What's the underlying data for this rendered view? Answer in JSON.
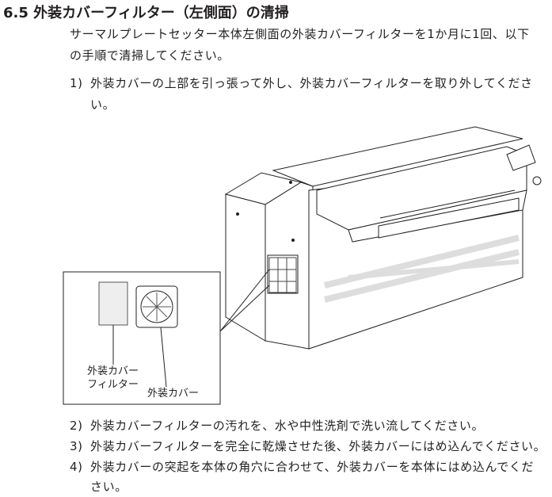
{
  "title": "6.5 外装カバーフィルター（左側面）の清掃",
  "intro": [
    "サーマルプレートセッター本体左側面の外装カバーフィルターを1か月に1回、以下",
    "の手順で清掃してください。"
  ],
  "steps": [
    {
      "num": "1)",
      "lines": [
        "外装カバーの上部を引っ張って外し、外装カバーフィルターを取り外してくださ",
        "い。"
      ]
    },
    {
      "num": "2)",
      "lines": [
        "外装カバーフィルターの汚れを、水や中性洗剤で洗い流してください。"
      ]
    },
    {
      "num": "3)",
      "lines": [
        "外装カバーフィルターを完全に乾燥させた後、外装カバーにはめ込んでください。"
      ]
    },
    {
      "num": "4)",
      "lines": [
        "外装カバーの突起を本体の角穴に合わせて、外装カバーを本体にはめ込んでくだ",
        "さい。"
      ]
    }
  ],
  "figure": {
    "filter_label": [
      "外装カバー",
      "フィルター"
    ],
    "cover_label": "外装カバー"
  }
}
